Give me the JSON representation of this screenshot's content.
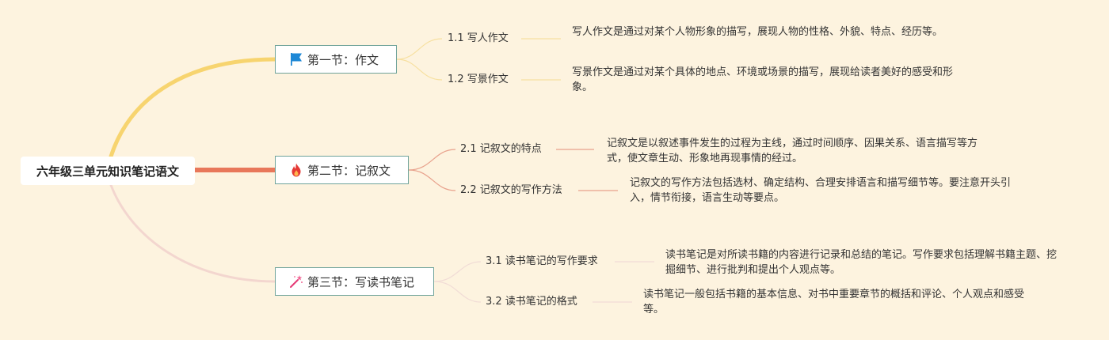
{
  "root": {
    "title": "六年级三单元知识笔记语文"
  },
  "sections": [
    {
      "label": "第一节：作文",
      "icon": "blue-flag-icon",
      "color": "#f7d46f",
      "items": [
        {
          "label": "1.1 写人作文",
          "desc": "写人作文是通过对某个人物形象的描写，展现人物的性格、外貌、特点、经历等。"
        },
        {
          "label": "1.2 写景作文",
          "desc": "写景作文是通过对某个具体的地点、环境或场景的描写，展现给读者美好的感受和形象。"
        }
      ]
    },
    {
      "label": "第二节：记叙文",
      "icon": "fire-icon",
      "color": "#e8775a",
      "items": [
        {
          "label": "2.1 记叙文的特点",
          "desc": "记叙文是以叙述事件发生的过程为主线，通过时间顺序、因果关系、语言描写等方式，使文章生动、形象地再现事情的经过。"
        },
        {
          "label": "2.2 记叙文的写作方法",
          "desc": "记叙文的写作方法包括选材、确定结构、合理安排语言和描写细节等。要注意开头引入，情节衔接，语言生动等要点。"
        }
      ]
    },
    {
      "label": "第三节：写读书笔记",
      "icon": "magic-wand-icon",
      "color": "#f3d6cf",
      "items": [
        {
          "label": "3.1 读书笔记的写作要求",
          "desc": "读书笔记是对所读书籍的内容进行记录和总结的笔记。写作要求包括理解书籍主题、挖掘细节、进行批判和提出个人观点等。"
        },
        {
          "label": "3.2 读书笔记的格式",
          "desc": "读书笔记一般包括书籍的基本信息、对书中重要章节的概括和评论、个人观点和感受等。"
        }
      ]
    }
  ]
}
